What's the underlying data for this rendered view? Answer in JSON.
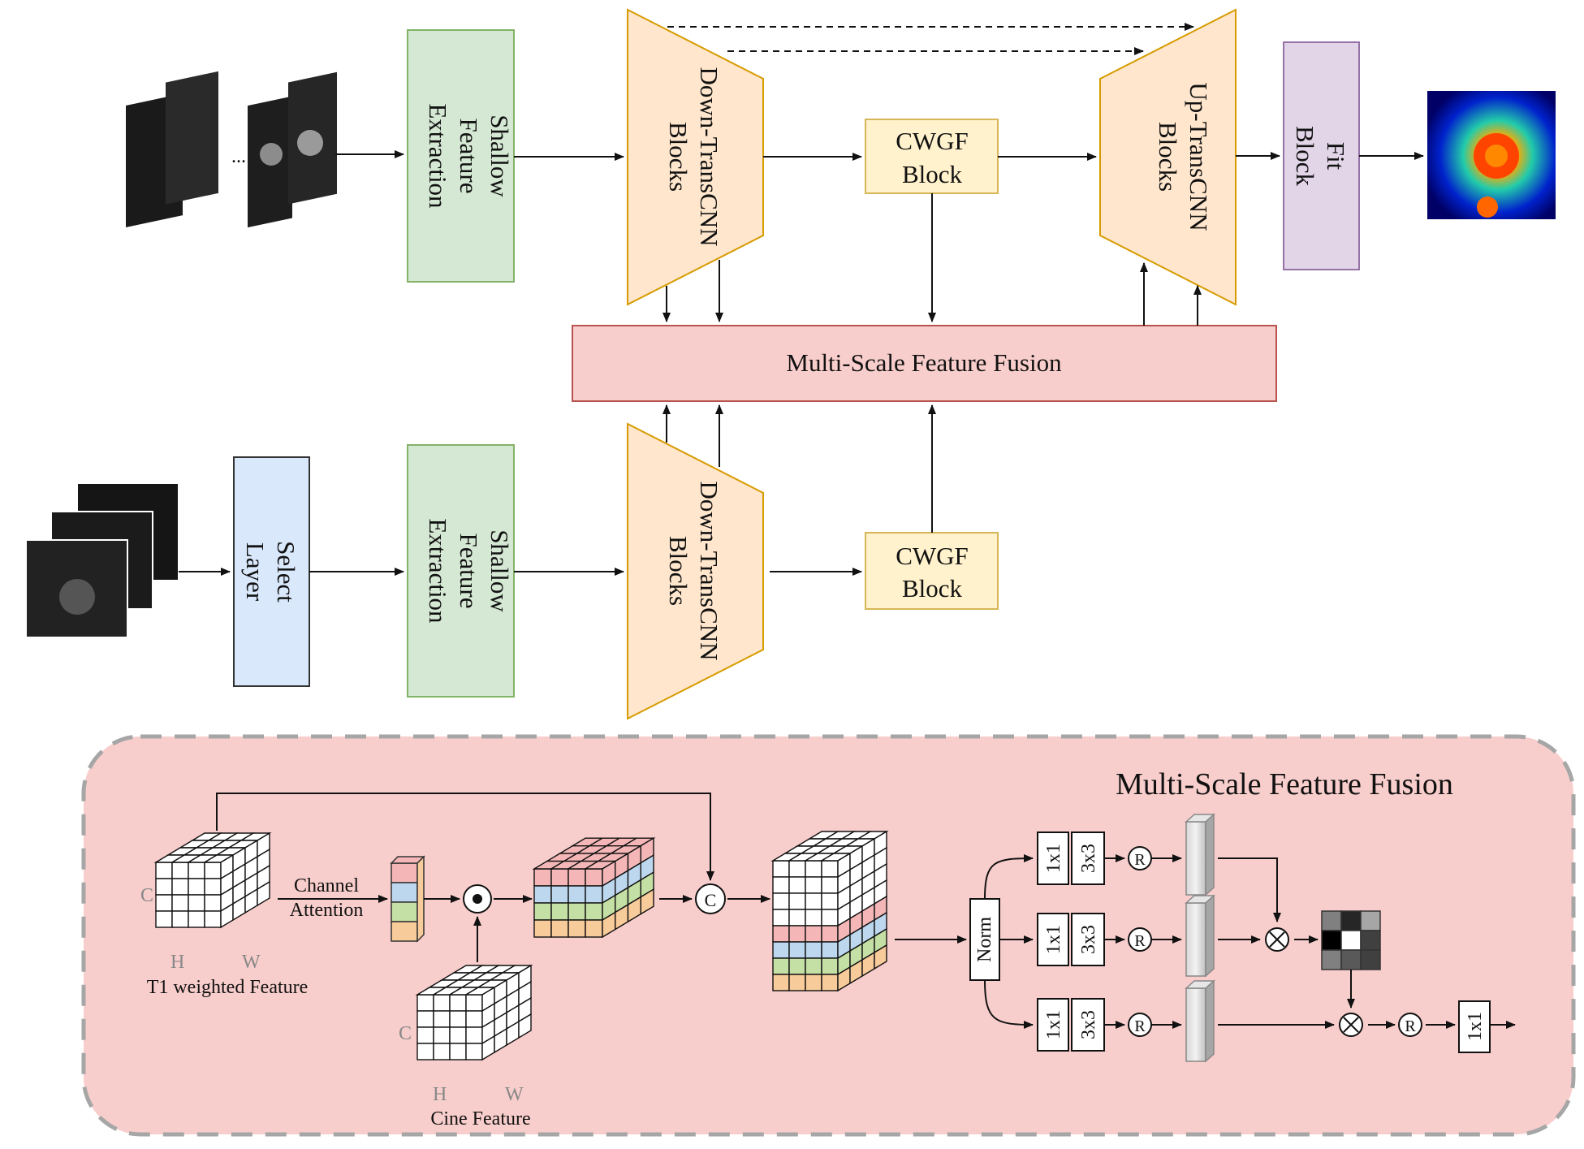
{
  "top": {
    "shallow_1": [
      "Shallow",
      "Feature",
      "Extraction"
    ],
    "down_1": [
      "Down-TransCNN",
      "Blocks"
    ],
    "cwgf_1": [
      "CWGF",
      "Block"
    ],
    "up": [
      "Up-TransCNN",
      "Blocks"
    ],
    "fit": [
      "Fit",
      "Block"
    ],
    "ellipsis": "...",
    "msff": "Multi-Scale Feature Fusion"
  },
  "bottom": {
    "select": [
      "Select",
      "Layer"
    ],
    "shallow_2": [
      "Shallow",
      "Feature",
      "Extraction"
    ],
    "down_2": [
      "Down-TransCNN",
      "Blocks"
    ],
    "cwgf_2": [
      "CWGF",
      "Block"
    ]
  },
  "detail": {
    "title": "Multi-Scale Feature Fusion",
    "t1_label": "T1 weighted Feature",
    "cine_label": "Cine Feature",
    "channel_attention": [
      "Channel",
      "Attention"
    ],
    "axis_c": "C",
    "axis_h": "H",
    "axis_w": "W",
    "concat": "C",
    "norm": "Norm",
    "conv1": "1x1",
    "conv3": "3x3",
    "relu": "R"
  },
  "colors": {
    "shallow": "#d5e8d4",
    "shallow_border": "#82b366",
    "trans": "#ffe6cc",
    "trans_border": "#d79b00",
    "cwgf": "#fff2cc",
    "cwgf_border": "#d6b656",
    "fit": "#e1d5e7",
    "fit_border": "#9673a6",
    "select": "#dae8fc",
    "select_border": "#333333",
    "msff": "#f8cecc",
    "msff_border": "#b85450",
    "panel": "#f8cecc",
    "panel_border": "#a6a6a6",
    "pink_layer": "#f4b6b6",
    "blue_layer": "#bdd7ee",
    "green_layer": "#c5e0a5",
    "orange_layer": "#f8cb9a"
  }
}
